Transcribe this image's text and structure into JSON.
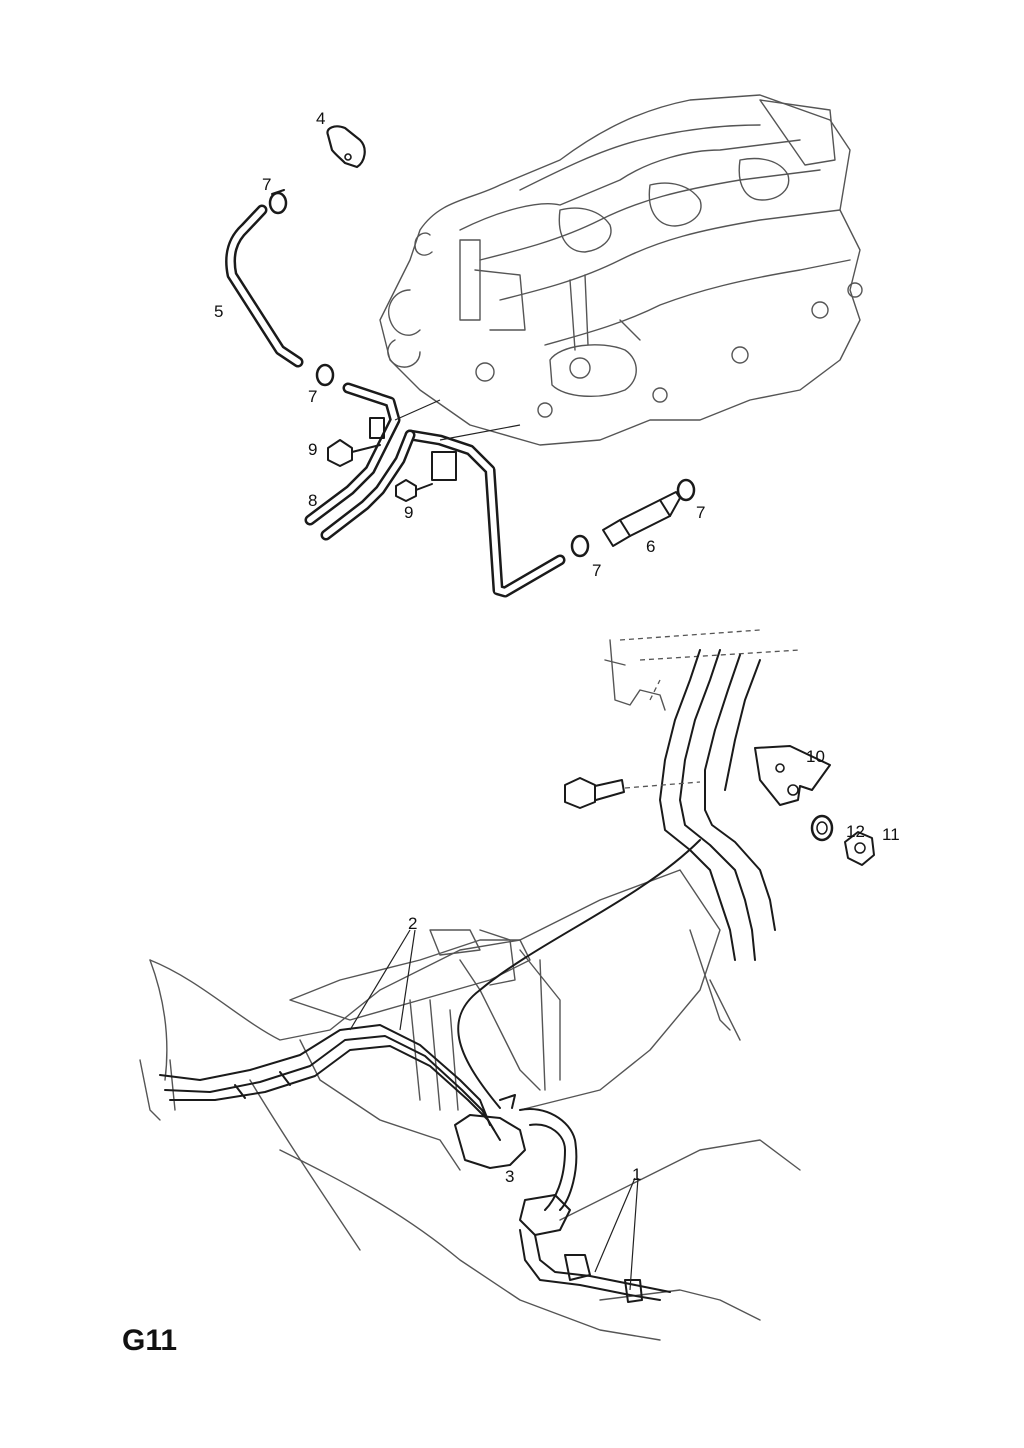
{
  "diagram": {
    "callouts": {
      "c1": "1",
      "c2": "2",
      "c3": "3",
      "c4": "4",
      "c5": "5",
      "c6": "6",
      "c7a": "7",
      "c7b": "7",
      "c7c": "7",
      "c7d": "7",
      "c8": "8",
      "c9a": "9",
      "c9b": "9",
      "c10": "10",
      "c11": "11",
      "c12": "12"
    },
    "page_code": "G11"
  }
}
